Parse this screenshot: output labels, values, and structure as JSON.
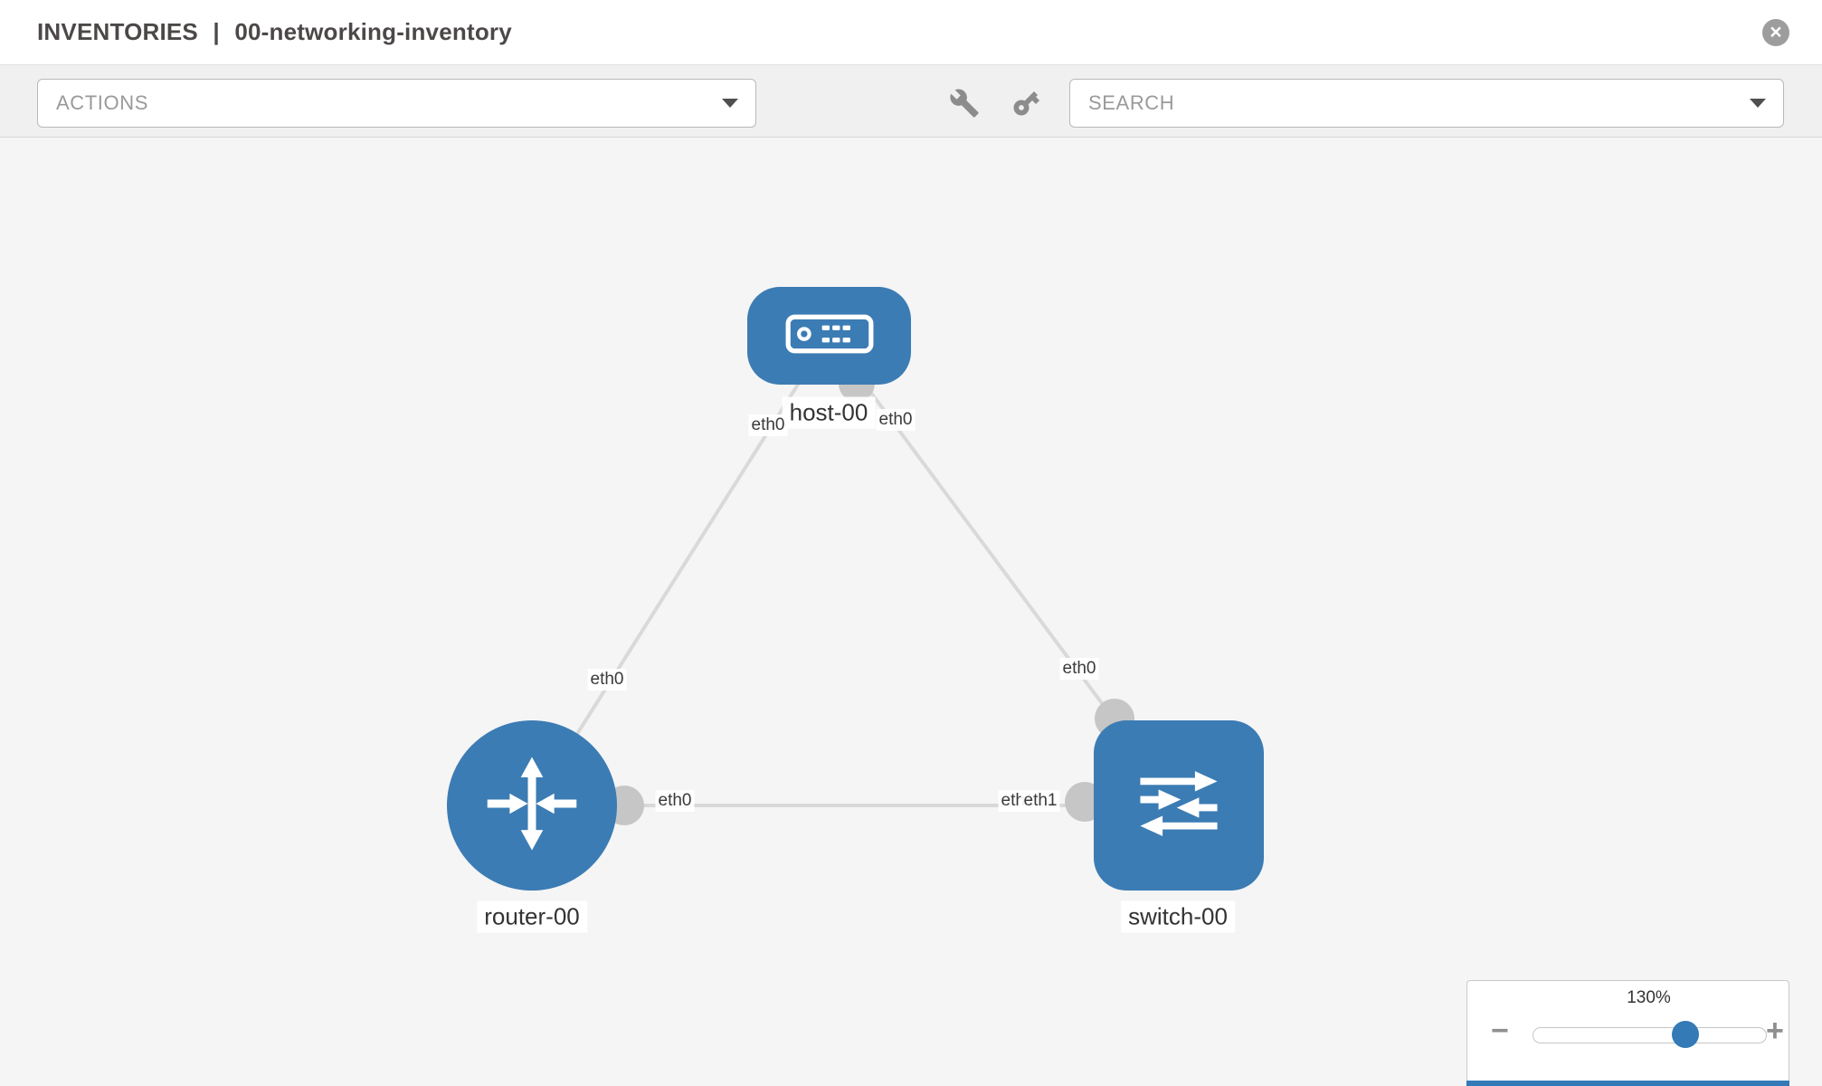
{
  "header": {
    "section": "INVENTORIES",
    "separator": "|",
    "inventory_name": "00-networking-inventory",
    "close_glyph": "×"
  },
  "toolbar": {
    "actions_placeholder": "ACTIONS",
    "search_placeholder": "SEARCH",
    "icon_names": [
      "wrench-icon",
      "key-icon"
    ]
  },
  "topology": {
    "nodes": [
      {
        "id": "host-00",
        "label": "host-00",
        "type": "host"
      },
      {
        "id": "router-00",
        "label": "router-00",
        "type": "router"
      },
      {
        "id": "switch-00",
        "label": "switch-00",
        "type": "switch"
      }
    ],
    "links": [
      {
        "from": "host-00",
        "from_port": "eth0",
        "to": "router-00",
        "to_port": "eth0"
      },
      {
        "from": "host-00",
        "from_port": "eth0",
        "to": "switch-00",
        "to_port": "eth0"
      },
      {
        "from": "router-00",
        "from_port": "eth0",
        "to": "switch-00",
        "to_port": "eth1"
      }
    ],
    "port_labels": [
      {
        "text": "eth0"
      },
      {
        "text": "eth0"
      },
      {
        "text": "eth0"
      },
      {
        "text": "eth0"
      },
      {
        "text": "eth0"
      },
      {
        "text": "eth1"
      },
      {
        "text": "eth1"
      }
    ]
  },
  "zoom": {
    "value": "130%",
    "percent": 130,
    "minus_label": "−",
    "plus_label": "+"
  }
}
